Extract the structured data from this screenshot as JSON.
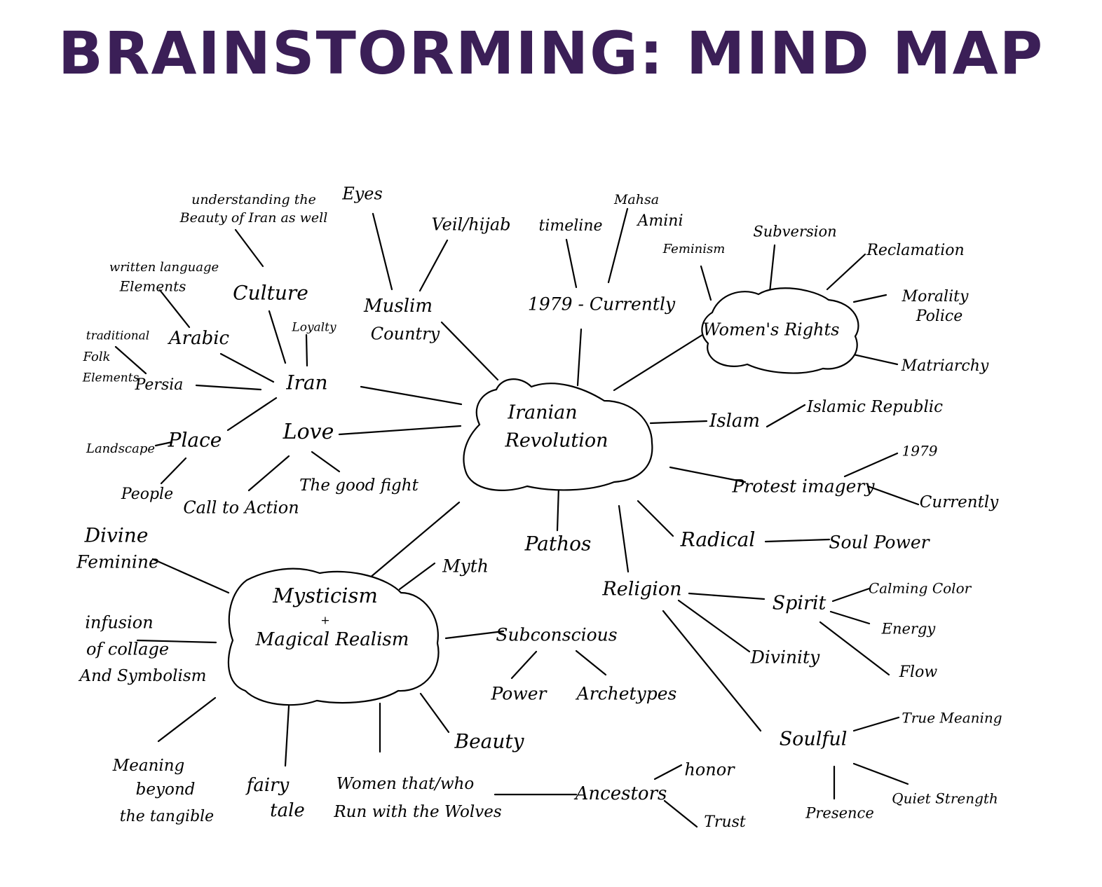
{
  "title": "BRAINSTORMING: MIND MAP",
  "title_color": "#3b1f57",
  "nodes": {
    "understanding_1": "understanding the",
    "understanding_2": "Beauty of Iran as well",
    "eyes": "Eyes",
    "veil": "Veil/hijab",
    "timeline": "timeline",
    "mahsa_1": "Mahsa",
    "mahsa_2": "Amini",
    "feminism": "Feminism",
    "subversion": "Subversion",
    "reclamation": "Reclamation",
    "written_1": "written language",
    "written_2": "Elements",
    "culture": "Culture",
    "loyalty": "Loyalty",
    "muslim_1": "Muslim",
    "muslim_2": "Country",
    "period": "1979 - Currently",
    "womens_rights": "Women's Rights",
    "morality_1": "Morality",
    "morality_2": "Police",
    "traditional_1": "traditional",
    "traditional_2": "Folk",
    "traditional_3": "Elements",
    "arabic": "Arabic",
    "persia": "Persia",
    "iran": "Iran",
    "matriarchy": "Matriarchy",
    "revolution_1": "Iranian",
    "revolution_2": "Revolution",
    "islam": "Islam",
    "islamic_republic": "Islamic Republic",
    "landscape": "Landscape",
    "place": "Place",
    "love": "Love",
    "year_1979": "1979",
    "protest": "Protest imagery",
    "currently": "Currently",
    "people": "People",
    "call_to_action": "Call to Action",
    "good_fight": "The good fight",
    "divine_1": "Divine",
    "divine_2": "Feminine",
    "pathos": "Pathos",
    "radical": "Radical",
    "soul_power": "Soul Power",
    "myth": "Myth",
    "mysticism_1": "Mysticism",
    "mysticism_2": "+",
    "mysticism_3": "Magical Realism",
    "religion": "Religion",
    "calming_color": "Calming Color",
    "spirit": "Spirit",
    "energy": "Energy",
    "infusion_1": "infusion",
    "infusion_2": "of collage",
    "infusion_3": "And Symbolism",
    "subconscious": "Subconscious",
    "divinity": "Divinity",
    "flow": "Flow",
    "power": "Power",
    "archetypes": "Archetypes",
    "beauty": "Beauty",
    "true_meaning": "True Meaning",
    "soulful": "Soulful",
    "meaning_1": "Meaning",
    "meaning_2": "beyond",
    "meaning_3": "the tangible",
    "fairy_1": "fairy",
    "fairy_2": "tale",
    "women_wolves_1": "Women that/who",
    "women_wolves_2": "Run with the Wolves",
    "ancestors": "Ancestors",
    "honor": "honor",
    "trust": "Trust",
    "presence": "Presence",
    "quiet_strength": "Quiet Strength"
  }
}
